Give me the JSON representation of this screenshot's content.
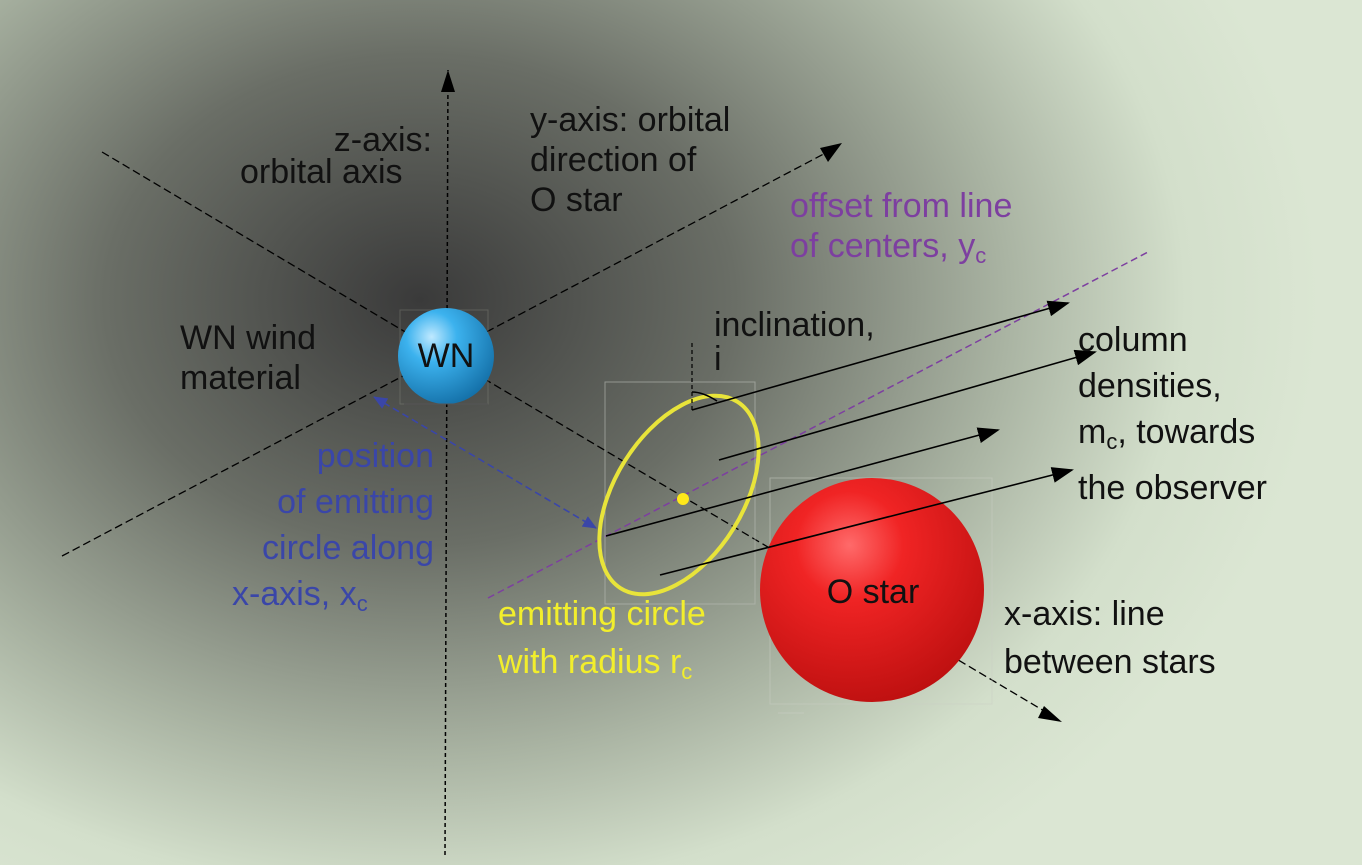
{
  "stars": {
    "wn": {
      "label": "WN",
      "color": "#29a3e0"
    },
    "o": {
      "label": "O star",
      "color": "#e41b1b"
    }
  },
  "labels": {
    "z_axis": {
      "line1": "z-axis:",
      "line2": "orbital axis"
    },
    "y_axis": {
      "line1": "y-axis: orbital",
      "line2": "direction of",
      "line3": "O star"
    },
    "offset": {
      "line1": "offset from line",
      "line2": "of centers, y",
      "sub": "c",
      "color": "#7d3fa0"
    },
    "inclination": {
      "line1": "inclination,",
      "line2": "i"
    },
    "wind": {
      "line1": "WN wind",
      "line2": "material"
    },
    "column": {
      "line1": "column",
      "line2": "densities,",
      "line3_main": "m",
      "line3_sub": "c",
      "line3_rest": ", towards",
      "line4": "the observer"
    },
    "position": {
      "line1": "position",
      "line2": "of emitting",
      "line3": "circle along",
      "line4": "x-axis, x",
      "line4_sub": "c",
      "color": "#3a46a8"
    },
    "emitting": {
      "line1": "emitting circle",
      "line2": "with radius r",
      "line2_sub": "c",
      "color": "#f2ee2c"
    },
    "x_axis": {
      "line1": "x-axis: line",
      "line2": "between stars"
    }
  },
  "colors": {
    "background_dark": "#3a3a3a",
    "background_light": "#dbe6d3",
    "emitting_circle": "#e8e43a"
  }
}
